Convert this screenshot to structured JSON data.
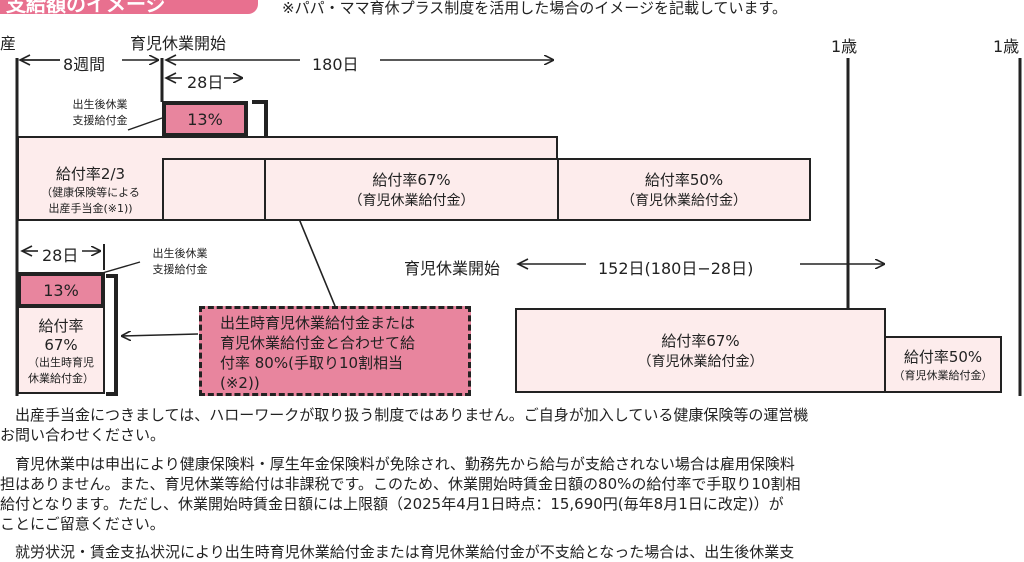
{
  "header": {
    "tab_label": "支給額のイメージ",
    "note": "※パパ・ママ育休プラス制度を活用した場合のイメージを記載しています。",
    "tab_color": "#e8708f"
  },
  "timeline": {
    "birth": "産",
    "leave_start": "育児休業開始",
    "one_year_a": "1歳",
    "one_year_b": "1歳",
    "weeks8": "8週間",
    "days180": "180日",
    "days28_top": "28日",
    "days28_bottom": "28日"
  },
  "upper": {
    "postbirth_label_1": "出生後休業",
    "postbirth_label_2": "支援給付金",
    "postbirth_rate": "13%",
    "maternity_rate": "給付率2/3",
    "maternity_detail_1": "（健康保険等による",
    "maternity_detail_2": "出産手当金(※1))",
    "rate67_label": "給付率67%",
    "rate67_detail": "（育児休業給付金）",
    "rate50_label": "給付率50%",
    "rate50_detail": "（育児休業給付金）"
  },
  "lower": {
    "postbirth_label_1": "出生後休業",
    "postbirth_label_2": "支援給付金",
    "postbirth_rate": "13%",
    "rate_label_1": "給付率",
    "rate_label_2": "67%",
    "rate_detail_1": "（出生時育児",
    "rate_detail_2": "休業給付金）",
    "leave_start": "育児休業開始",
    "days152": "152日(180日−28日)",
    "rate67_label": "給付率67%",
    "rate67_detail": "（育児休業給付金）",
    "rate50_label": "給付率50%",
    "rate50_detail": "（育児休業給付金）"
  },
  "callout": {
    "line1": "出生時育児休業給付金または",
    "line2": "育児休業給付金と合わせて給",
    "line3": "付率 80%(手取り10割相当",
    "line4": "(※2))",
    "color": "#e8859e"
  },
  "notes": [
    "　出産手当金につきましては、ハローワークが取り扱う制度ではありません。ご自身が加入している健康保険等の運営機",
    "お問い合わせください。",
    "　育児休業中は申出により健康保険料・厚生年金保険料が免除され、勤務先から給与が支給されない場合は雇用保険料",
    "担はありません。また、育児休業等給付は非課税です。このため、休業開始時賃金日額の80%の給付率で手取り10割相",
    "給付となります。ただし、休業開始時賃金日額には上限額（2025年4月1日時点：15,690円(毎年8月1日に改定)）が",
    "ことにご留意ください。",
    "　就労状況・賃金支払状況により出生時育児休業給付金または育児休業給付金が不支給となった場合は、出生後休業支"
  ]
}
